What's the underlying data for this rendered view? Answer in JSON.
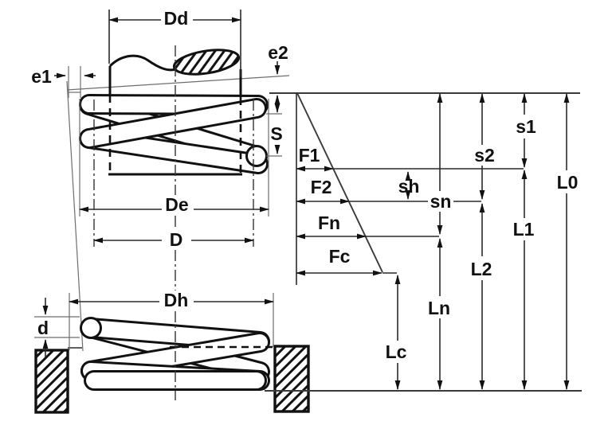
{
  "diagram": {
    "description": "Compression spring dimensioned drawing with force-deflection diagram",
    "colors": {
      "ink": "#111111",
      "thin_line": "#6e6e6e",
      "background": "#ffffff"
    },
    "labels": {
      "Dd": "Dd",
      "e1": "e1",
      "e2": "e2",
      "S": "S",
      "De": "De",
      "D": "D",
      "Dh": "Dh",
      "d": "d",
      "F1": "F1",
      "F2": "F2",
      "Fn": "Fn",
      "Fc": "Fc",
      "sh": "sh",
      "sn": "sn",
      "s1": "s1",
      "s2": "s2",
      "L0": "L0",
      "L1": "L1",
      "L2": "L2",
      "Ln": "Ln",
      "Lc": "Lc"
    }
  }
}
